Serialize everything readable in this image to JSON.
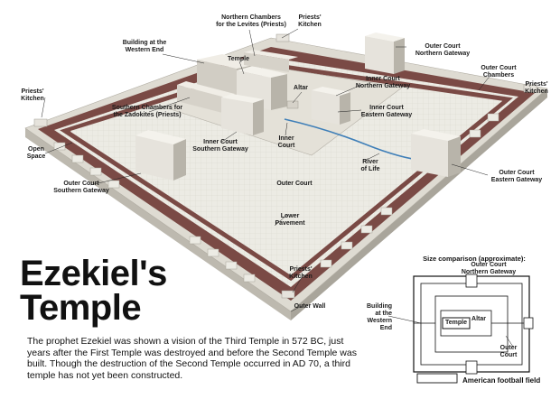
{
  "title": {
    "line1": "Ezekiel's",
    "line2": "Temple"
  },
  "caption": "The prophet Ezekiel was shown a vision of the Third Temple in 572 BC, just years after the First Temple was destroyed and before the Second Temple was built. Though the destruction of the Second Temple occurred in AD 70, a third temple has not yet been constructed.",
  "labels": {
    "northern_chambers": "Northern  Chambers\nfor the Levites (Priests)",
    "priests_kitchen_top": "Priests'\nKitchen",
    "building_western_end": "Building at the\nWestern End",
    "temple": "Temple",
    "outer_court_northern_gateway": "Outer Court\nNorthern Gateway",
    "outer_court_chambers": "Outer Court\nChambers",
    "priests_kitchen_right": "Priests'\nKitchen",
    "priests_kitchen_left": "Priests'\nKitchen",
    "altar": "Altar",
    "inner_court_northern_gateway": "Inner Court\nNorthern Gateway",
    "southern_chambers": "Southern Chambers for\nthe Zadokites (Priests)",
    "inner_court_eastern_gateway": "Inner Court\nEastern Gateway",
    "inner_court": "Inner\nCourt",
    "inner_court_southern_gateway": "Inner Court\nSouthern Gateway",
    "open_space": "Open\nSpace",
    "river_of_life": "River\nof Life",
    "outer_court_eastern_gateway": "Outer Court\nEastern Gateway",
    "outer_court_southern_gateway": "Outer Court\nSouthern Gateway",
    "outer_court": "Outer Court",
    "lower_pavement": "Lower\nPavement",
    "priests_kitchen_bottom": "Priests'\nKitchen",
    "outer_wall": "Outer Wall"
  },
  "comparison": {
    "title": "Size comparison (approximate):",
    "northern_gateway": "Outer Court\nNorthern Gateway",
    "building_western_end": "Building\nat the\nWestern\nEnd",
    "temple": "Temple",
    "altar": "Altar",
    "outer_court": "Outer\nCourt",
    "legend": "American football field"
  },
  "colors": {
    "court_floor": "#ecebe4",
    "wall_band": "#7a4a45",
    "wall_side": "#c9c6bd",
    "building": "#e6e3dc",
    "building_shade": "#b8b4aa",
    "river": "#3f7fb8"
  }
}
